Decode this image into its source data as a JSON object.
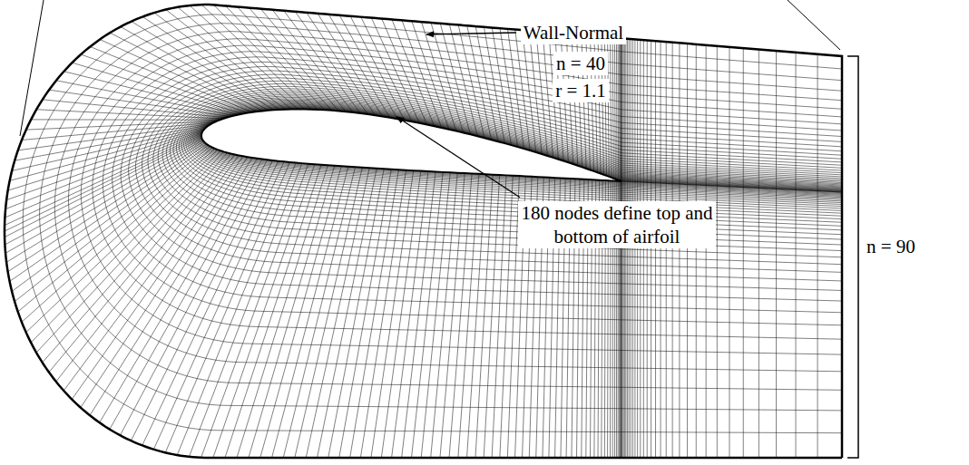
{
  "diagram": {
    "labels": [
      "Wall-Normal",
      "n = 40",
      "r = 1.1",
      "180 nodes define top and bottom of airfoil",
      "n = 90"
    ]
  }
}
